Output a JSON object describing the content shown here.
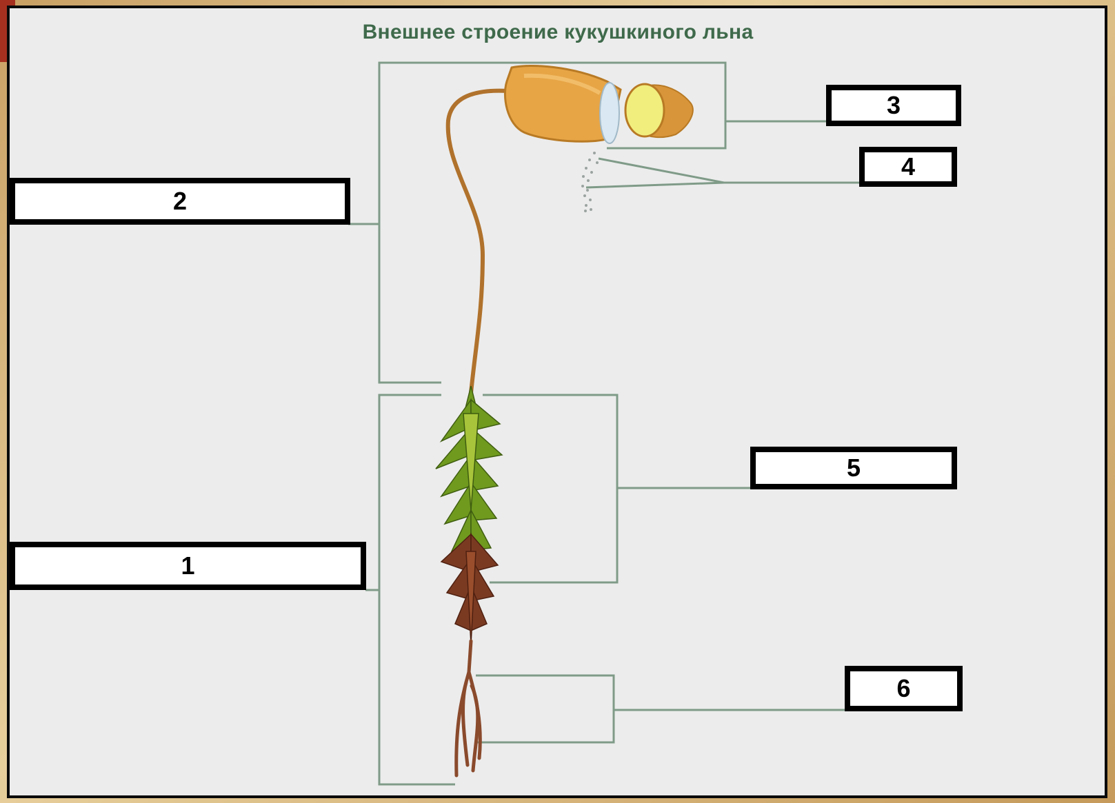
{
  "title": "Внешнее строение кукушкиного льна",
  "labels": [
    {
      "id": "1",
      "text": "1"
    },
    {
      "id": "2",
      "text": "2"
    },
    {
      "id": "3",
      "text": "3"
    },
    {
      "id": "4",
      "text": "4"
    },
    {
      "id": "5",
      "text": "5"
    },
    {
      "id": "6",
      "text": "6"
    }
  ],
  "colors": {
    "leader_line": "#7f9b88",
    "title": "#3f6a4b",
    "capsule": "#e7a546",
    "cap": "#f1ee7e",
    "stalk": "#b0722c",
    "leaves_green": "#6f9a1e",
    "leaves_brown": "#7a3a22",
    "rhizoids": "#8a4a2c"
  }
}
